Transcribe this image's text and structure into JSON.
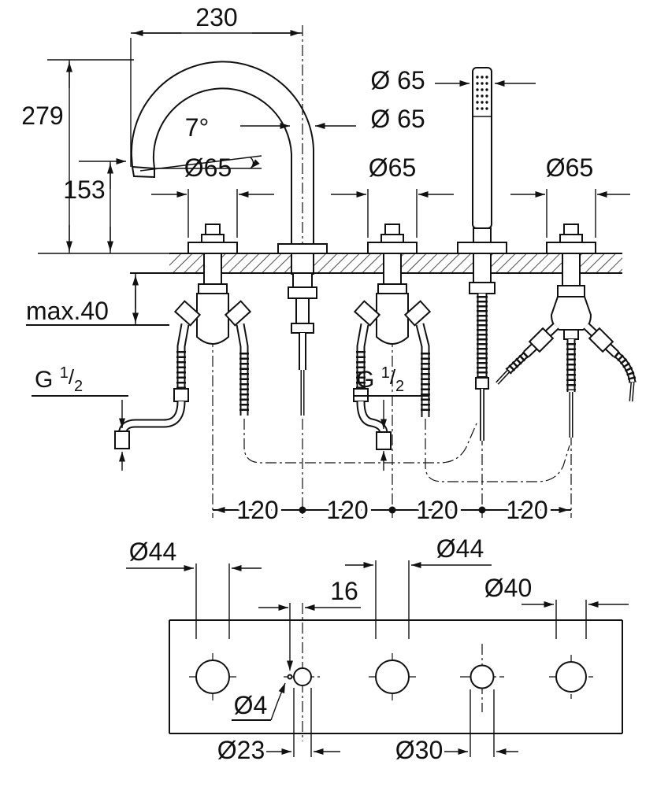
{
  "labels": {
    "spout_reach": "230",
    "total_height": "279",
    "spout_height": "153",
    "spout_angle": "7°",
    "dia65_shower": "Ø 65",
    "dia65_spout": "Ø 65",
    "dia65_handle_left": "Ø65",
    "dia65_handle_right": "Ø65",
    "dia65_diverter": "Ø65",
    "max_thickness": "max.40",
    "thread": {
      "g": "G",
      "num": "1",
      "slash": "/",
      "den": "2"
    },
    "spacings": [
      "120",
      "120",
      "120",
      "120"
    ],
    "plan": {
      "hole1": "Ø44",
      "hole3": "Ø44",
      "hole5": "Ø40",
      "pilot_offset": "16",
      "pilot": "Ø4",
      "hole2": "Ø23",
      "hole4": "Ø30"
    }
  }
}
